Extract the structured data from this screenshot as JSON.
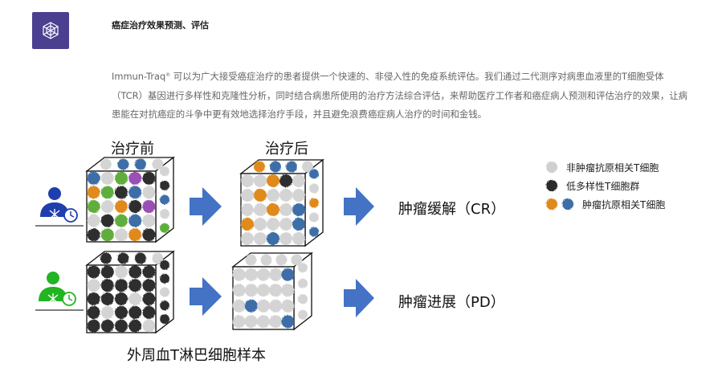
{
  "header": {
    "title": "癌症治疗效果预测、评估",
    "brand": "Immun-Traq",
    "trademark": "®",
    "description": "可以为广大接受癌症治疗的患者提供一个快速的、非侵入性的免疫系统评估。我们通过二代测序对病患血液里的T细胞受体（TCR）基因进行多样性和克隆性分析，同时结合病患所使用的治疗方法综合评估，来帮助医疗工作者和癌症病人预测和评估治疗的效果，让病患能在对抗癌症的斗争中更有效地选择治疗手段，并且避免浪费癌症病人治疗的时间和金钱。"
  },
  "figure": {
    "before_label": "治疗前",
    "after_label": "治疗后",
    "outcome_cr": "肿瘤缓解（CR）",
    "outcome_pd": "肿瘤进展（PD）",
    "sample_label": "外周血T淋巴细胞样本",
    "legend": [
      {
        "label": "非肿瘤抗原相关T细胞",
        "colors": [
          "#cfcfcf"
        ]
      },
      {
        "label": "低多样性T细胞群",
        "colors": [
          "#2b2b2b"
        ]
      },
      {
        "label": "肿瘤抗原相关T细胞",
        "colors": [
          "#e08a1e",
          "#3d6ea8"
        ]
      }
    ],
    "colors": {
      "brand_purple": "#4b3f8f",
      "arrow_blue": "#4472c4",
      "patient_cr": "#1f3fae",
      "patient_pd": "#22b422"
    }
  }
}
